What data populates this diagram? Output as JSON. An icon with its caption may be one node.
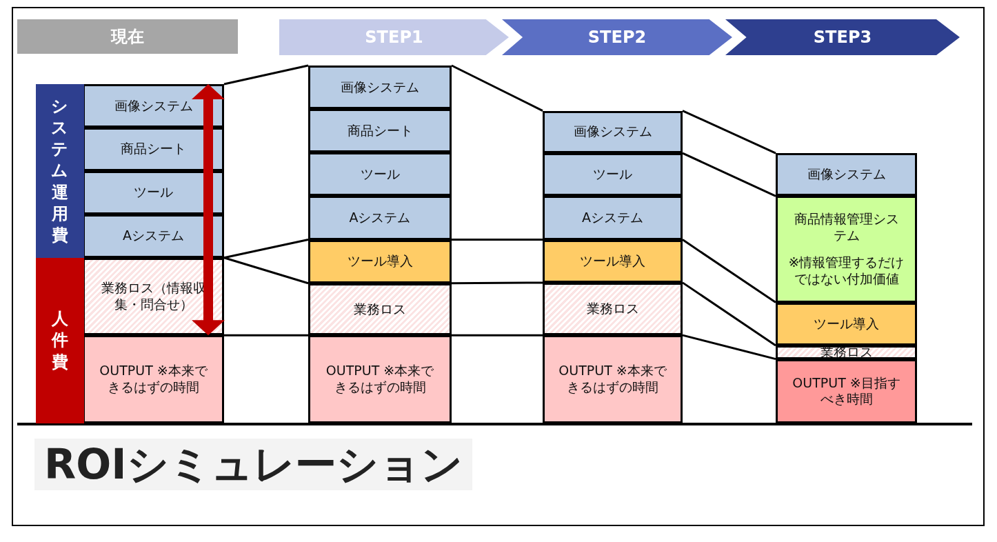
{
  "diagram": {
    "title": "ROIシミュレーション",
    "nodes": [
      {
        "text": [
          "現在"
        ]
      },
      {
        "text": [
          "STEP1"
        ]
      },
      {
        "text": [
          "STEP2"
        ]
      },
      {
        "text": [
          "STEP3"
        ]
      },
      {
        "text": [
          "システム運用費"
        ]
      },
      {
        "text": [
          "人件費"
        ]
      },
      {
        "text": [
          "画像システム"
        ]
      },
      {
        "text": [
          "商品シート"
        ]
      },
      {
        "text": [
          "ツール"
        ]
      },
      {
        "text": [
          "Aシステム"
        ]
      },
      {
        "text": [
          "業務ロス（情報収集・問合せ）"
        ]
      },
      {
        "text": [
          "OUTPUT ※本来できるはずの時間"
        ]
      },
      {
        "text": [
          "画像システム"
        ]
      },
      {
        "text": [
          "商品シート"
        ]
      },
      {
        "text": [
          "ツール"
        ]
      },
      {
        "text": [
          "Aシステム"
        ]
      },
      {
        "text": [
          "ツール導入"
        ]
      },
      {
        "text": [
          "業務ロス"
        ]
      },
      {
        "text": [
          "OUTPUT ※本来できるはずの時間"
        ]
      },
      {
        "text": [
          "画像システム"
        ]
      },
      {
        "text": [
          "ツール"
        ]
      },
      {
        "text": [
          "Aシステム"
        ]
      },
      {
        "text": [
          "ツール導入"
        ]
      },
      {
        "text": [
          "業務ロス"
        ]
      },
      {
        "text": [
          "OUTPUT ※本来できるはずの時間"
        ]
      },
      {
        "text": [
          "画像システム"
        ]
      },
      {
        "text": [
          "商品情報管理システム",
          "※情報管理するだけではない付加価値"
        ]
      },
      {
        "text": [
          "ツール導入"
        ]
      },
      {
        "text": [
          "業務ロス"
        ]
      },
      {
        "text": [
          "OUTPUT ※目指すべき時間"
        ]
      }
    ],
    "edges": [
      {
        "from": 6,
        "to": 12,
        "arrow": "none"
      },
      {
        "from": 10,
        "to": 16,
        "arrow": "none"
      },
      {
        "from": 10,
        "to": 17,
        "arrow": "none"
      },
      {
        "from": 11,
        "to": 18,
        "arrow": "none"
      },
      {
        "from": 12,
        "to": 19,
        "arrow": "none"
      },
      {
        "from": 16,
        "to": 22,
        "arrow": "none"
      },
      {
        "from": 17,
        "to": 23,
        "arrow": "none"
      },
      {
        "from": 18,
        "to": 24,
        "arrow": "none"
      },
      {
        "from": 19,
        "to": 25,
        "arrow": "none"
      },
      {
        "from": 20,
        "to": 26,
        "arrow": "none"
      },
      {
        "from": 22,
        "to": 27,
        "arrow": "none"
      },
      {
        "from": 23,
        "to": 28,
        "arrow": "none"
      },
      {
        "from": 24,
        "to": 29,
        "arrow": "none"
      }
    ]
  }
}
